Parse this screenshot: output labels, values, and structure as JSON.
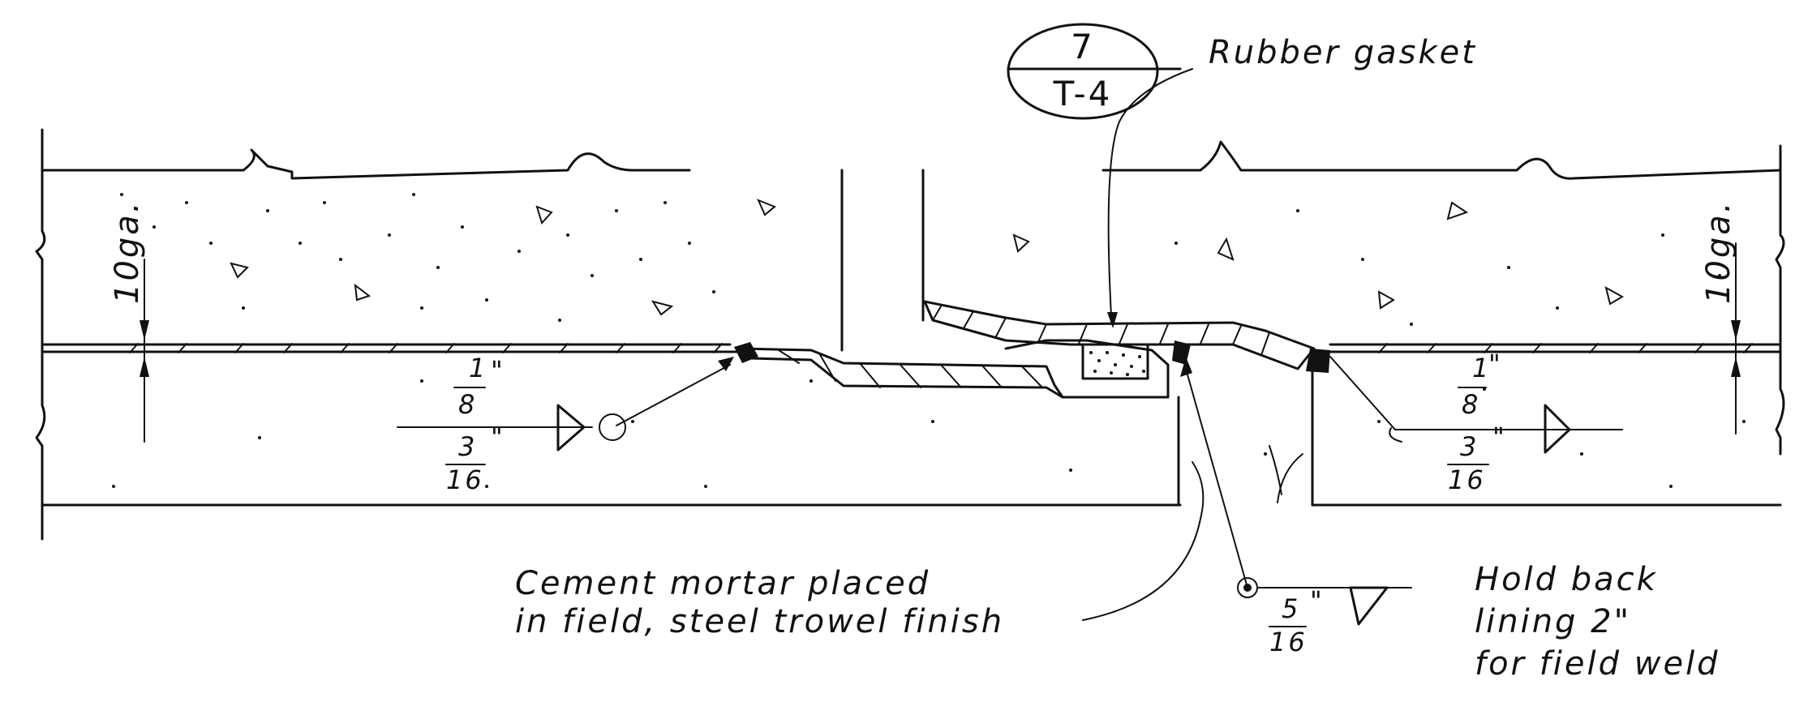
{
  "section_tag": {
    "number": "7",
    "sheet": "T-4"
  },
  "labels": {
    "gasket": "Rubber gasket",
    "mortar_line1": "Cement mortar placed",
    "mortar_line2": "in field, steel trowel finish",
    "holdback_line1": "Hold back",
    "holdback_line2": "lining 2\"",
    "holdback_line3": "for field weld",
    "gauge_left": "10ga.",
    "gauge_right": "10ga."
  },
  "welds": {
    "left_top": {
      "num": "1",
      "den": "8",
      "inch": "\""
    },
    "left_bottom": {
      "num": "3",
      "den": "16",
      "inch": "\""
    },
    "right_top": {
      "num": "1",
      "den": "8",
      "inch": "\""
    },
    "right_bottom": {
      "num": "3",
      "den": "16",
      "inch": "\""
    },
    "field": {
      "num": "5",
      "den": "16",
      "inch": "\""
    }
  },
  "colors": {
    "ink": "#111111",
    "paper": "#ffffff"
  }
}
